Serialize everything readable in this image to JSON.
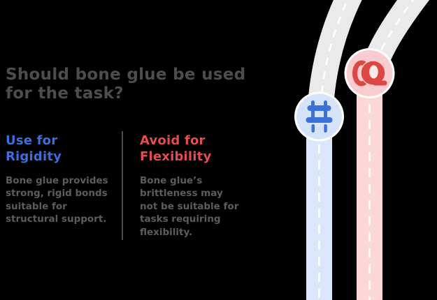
{
  "title": "Should bone glue be used\nfor the task?",
  "columns": {
    "left": {
      "heading": "Use for\nRigidity",
      "body": "Bone glue provides\nstrong, rigid bonds\nsuitable for\nstructural support."
    },
    "right": {
      "heading": "Avoid for\nFlexibility",
      "body": "Bone glue’s\nbrittleness may\nnot be suitable for\ntasks requiring\nflexibility."
    }
  },
  "graphic": {
    "routes": [
      {
        "name": "rigidity-route",
        "icon": "bench-icon",
        "road_color": "#dbe6fa",
        "badge_color": "#d5e3f9",
        "badge_ring_color": "#ffffff",
        "icon_color": "#3b71d8"
      },
      {
        "name": "flexibility-route",
        "icon": "tape-roll-icon",
        "road_color": "#fcd7d8",
        "badge_color": "#f9cdd0",
        "badge_ring_color": "#ffffff",
        "icon_color": "#dc4645"
      }
    ],
    "approach_road_color": "#eaeaea",
    "lane_dash_color": "#ffffff"
  },
  "colors": {
    "background": "#000000",
    "title_text": "#4d4d4d",
    "body_text": "#5d5d5d",
    "divider": "#4f4f4f",
    "rigidity_accent": "#3d6edb",
    "flexibility_accent": "#e44d4f"
  }
}
